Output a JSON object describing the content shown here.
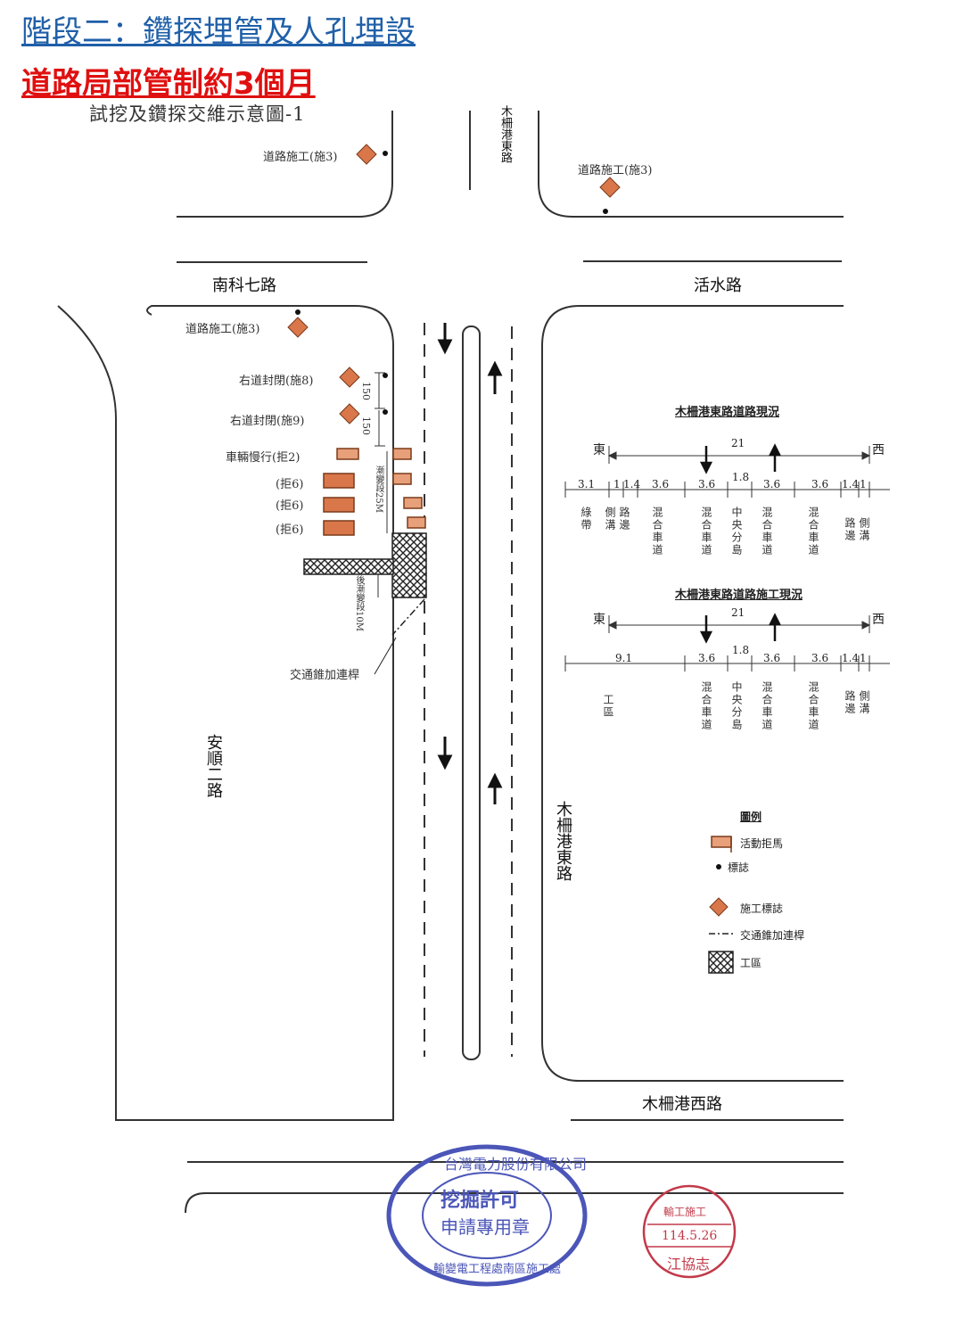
{
  "header": {
    "stage_title": "階段二：鑽探埋管及人孔埋設",
    "control_note": "道路局部管制約3個月"
  },
  "diagram": {
    "title": "試挖及鑽探交維示意圖-1",
    "roads": {
      "top_vertical": "木柵港東路",
      "nanke7": "南科七路",
      "huoshui": "活水路",
      "anshun2": "安順二路",
      "muzhagang_east": "木柵港東路",
      "muzhagang_west": "木柵港西路"
    },
    "signs": {
      "road_work_top_left": "道路施工(施3)",
      "road_work_top_right": "道路施工(施3)",
      "road_work_mid": "道路施工(施3)",
      "right_closed_8": "右道封閉(施8)",
      "right_closed_9": "右道封閉(施9)",
      "slow_down": "車輛慢行(拒2)",
      "barrier_1": "(拒6)",
      "barrier_2": "(拒6)",
      "barrier_3": "(拒6)",
      "dist_150_a": "150",
      "dist_150_b": "150",
      "taper_front": "漸變段25M",
      "taper_back": "後漸變段10M",
      "cone_bar": "交通錐加連桿"
    }
  },
  "cross_sections": {
    "current": {
      "title": "木柵港東路道路現況",
      "east": "東",
      "west": "西",
      "total_width": "21",
      "widths": [
        "3.1",
        "1",
        "1.4",
        "3.6",
        "3.6",
        "1.8",
        "3.6",
        "3.6",
        "1.4",
        "1"
      ],
      "lanes": [
        "綠帶",
        "側溝",
        "路邊",
        "混合車道",
        "混合車道",
        "中央分島",
        "混合車道",
        "混合車道",
        "路邊",
        "側溝"
      ]
    },
    "construction": {
      "title": "木柵港東路道路施工現況",
      "east": "東",
      "west": "西",
      "total_width": "21",
      "widths": [
        "9.1",
        "3.6",
        "1.8",
        "3.6",
        "3.6",
        "1.4",
        "1"
      ],
      "lanes": [
        "工區",
        "混合車道",
        "中央分島",
        "混合車道",
        "混合車道",
        "路邊",
        "側溝"
      ]
    }
  },
  "legend": {
    "title": "圖例",
    "items": [
      {
        "icon": "barricade-icon",
        "label": "活動拒馬"
      },
      {
        "icon": "marker-icon",
        "label": "標誌"
      },
      {
        "icon": "diamond-sign-icon",
        "label": "施工標誌"
      },
      {
        "icon": "dash-dot-line-icon",
        "label": "交通錐加連桿"
      },
      {
        "icon": "crosshatch-icon",
        "label": "工區"
      }
    ]
  },
  "stamps": {
    "company_outer": "台灣電力股份有限公司",
    "company_bottom": "輸變電工程處南區施工處",
    "company_line1": "挖掘許可",
    "company_line2": "申請專用章",
    "date_top": "輸工施工",
    "date": "114.5.26",
    "name": "江協志"
  },
  "colors": {
    "stage_title": "#1f5fa8",
    "control_note": "#e01010",
    "sign_fill": "#d9774a",
    "stamp_blue": "#4b56b8",
    "stamp_red": "#c23a4a"
  }
}
